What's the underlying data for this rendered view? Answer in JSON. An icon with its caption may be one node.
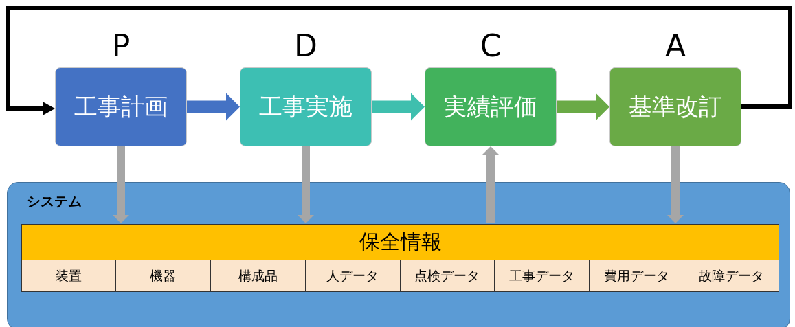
{
  "diagram": {
    "nodes": [
      {
        "text": [
          "P",
          "工事計画"
        ]
      },
      {
        "text": [
          "D",
          "工事実施"
        ]
      },
      {
        "text": [
          "C",
          "実績評価"
        ]
      },
      {
        "text": [
          "A",
          "基準改訂"
        ]
      },
      {
        "text": [
          "システム"
        ]
      },
      {
        "text": [
          "保全情報"
        ],
        "in": 4
      },
      {
        "text": [
          "装置"
        ],
        "in": 4
      },
      {
        "text": [
          "機器"
        ],
        "in": 4
      },
      {
        "text": [
          "構成品"
        ],
        "in": 4
      },
      {
        "text": [
          "人データ"
        ],
        "in": 4
      },
      {
        "text": [
          "点検データ"
        ],
        "in": 4
      },
      {
        "text": [
          "工事データ"
        ],
        "in": 4
      },
      {
        "text": [
          "費用データ"
        ],
        "in": 4
      },
      {
        "text": [
          "故障データ"
        ],
        "in": 4
      }
    ],
    "edges": [
      {
        "from": 0,
        "to": 1,
        "arrow": "to",
        "color": "#4472c4"
      },
      {
        "from": 1,
        "to": 2,
        "arrow": "to",
        "color": "#3fbfae"
      },
      {
        "from": 2,
        "to": 3,
        "arrow": "to",
        "color": "#6aaa46"
      },
      {
        "from": 0,
        "to": 5,
        "arrow": "to",
        "color": "#a6a6a6"
      },
      {
        "from": 1,
        "to": 5,
        "arrow": "to",
        "color": "#a6a6a6"
      },
      {
        "from": 5,
        "to": 2,
        "arrow": "to",
        "color": "#a6a6a6"
      },
      {
        "from": 3,
        "to": 5,
        "arrow": "to",
        "color": "#a6a6a6"
      },
      {
        "from": 3,
        "to": 0,
        "arrow": "to",
        "color": "#000000"
      }
    ]
  }
}
